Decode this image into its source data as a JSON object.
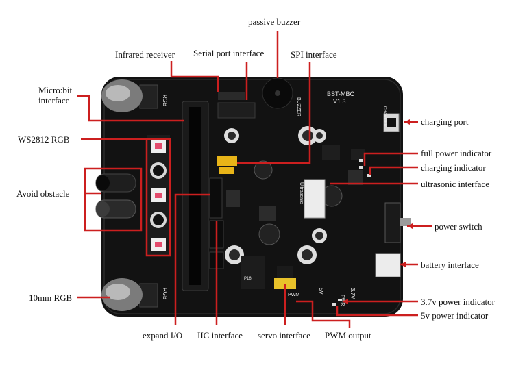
{
  "colors": {
    "pointer": "#cc1f1f",
    "board": "#121212",
    "text": "#111111"
  },
  "board_marks": {
    "model": "BST-MBC",
    "version": "V1.3",
    "buzzer_silk": "BUZZER",
    "rgb_top": "RGB",
    "rgb_bottom": "RGB",
    "ultrasonic_silk": "Ultrasonic",
    "charger_silk": "CHARGER",
    "pwr_silk": "PWR",
    "v37_silk": "3.7V",
    "v5_silk": "5V",
    "pwm_silk": "PWM",
    "pin_silk": "P16"
  },
  "labels": {
    "passive_buzzer": "passive buzzer",
    "infrared_receiver": "Infrared receiver",
    "serial_port": "Serial port interface",
    "spi": "SPI interface",
    "microbit": "Micro:bit\ninterface",
    "ws2812": "WS2812 RGB",
    "avoid_obstacle": "Avoid obstacle",
    "rgb_10mm": "10mm RGB",
    "charging_port": "charging port",
    "full_power": "full power indicator",
    "charging_indicator": "charging indicator",
    "ultrasonic": "ultrasonic interface",
    "power_switch": "power switch",
    "battery": "battery interface",
    "v37_indicator": "3.7v power indicator",
    "v5_indicator": "5v power indicator",
    "expand_io": "expand I/O",
    "iic": "IIC interface",
    "servo": "servo interface",
    "pwm_output": "PWM output"
  }
}
